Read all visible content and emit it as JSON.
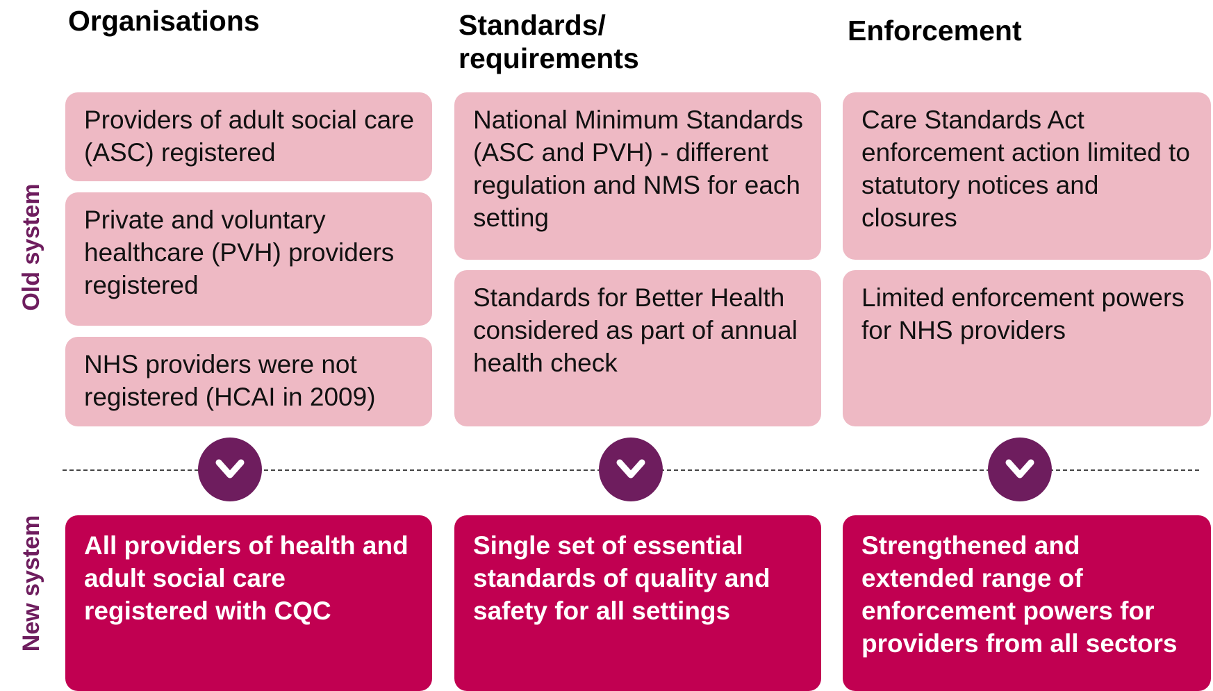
{
  "columns": [
    {
      "heading": "Organisations"
    },
    {
      "heading": "Standards/\nrequirements"
    },
    {
      "heading": "Enforcement"
    }
  ],
  "rows": {
    "old_label": "Old system",
    "new_label": "New system"
  },
  "old_system": {
    "organisations": [
      "Providers of adult social care (ASC) registered",
      "Private and voluntary healthcare (PVH) providers registered",
      "NHS providers were not registered (HCAI in 2009)"
    ],
    "standards": [
      "National Minimum Standards (ASC and PVH) - different regulation and NMS for each setting",
      "Standards for Better Health considered as part of annual health check"
    ],
    "enforcement": [
      "Care Standards Act enforcement action limited to statutory notices and closures",
      "Limited enforcement powers for NHS providers"
    ]
  },
  "new_system": {
    "organisations": "All providers of health and adult social care registered with CQC",
    "standards": "Single set of essential standards of quality and safety for all settings",
    "enforcement": "Strengthened and extended range of enforcement powers for providers from all sectors"
  },
  "colors": {
    "old_box": "#eeb9c4",
    "new_box": "#c10051",
    "accent_purple": "#6e1d5e"
  },
  "icons": {
    "transition": "chevron-down-icon"
  }
}
